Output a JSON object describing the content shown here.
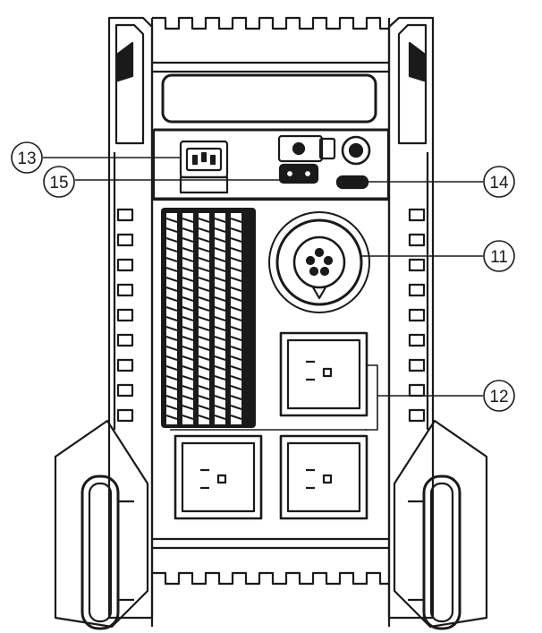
{
  "diagram": {
    "callouts": [
      {
        "id": "c13",
        "label": "13",
        "part": "ac-input-socket"
      },
      {
        "id": "c15",
        "label": "15",
        "part": "fuse-holder"
      },
      {
        "id": "c14",
        "label": "14",
        "part": "slot-port"
      },
      {
        "id": "c11",
        "label": "11",
        "part": "round-connector"
      },
      {
        "id": "c12",
        "label": "12",
        "part": "ac-outlets"
      }
    ],
    "colors": {
      "line": "#1a1a1a",
      "background": "#ffffff",
      "fill_dark": "#1a1a1a",
      "fill_light": "#ffffff"
    }
  }
}
